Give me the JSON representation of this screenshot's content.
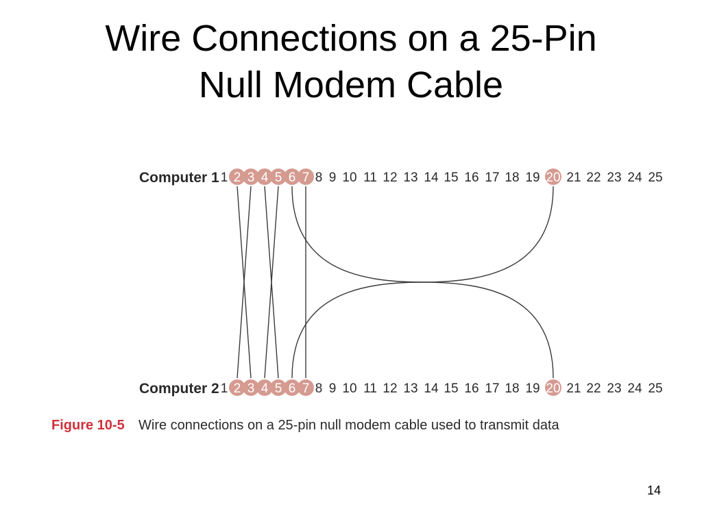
{
  "slide": {
    "title_line1": "Wire Connections on a 25-Pin",
    "title_line2": "Null Modem Cable",
    "page_number": "14"
  },
  "diagram": {
    "rows": [
      {
        "label": "Computer 1",
        "highlighted_pins": [
          2,
          3,
          4,
          5,
          6,
          7,
          20
        ]
      },
      {
        "label": "Computer 2",
        "highlighted_pins": [
          2,
          3,
          4,
          5,
          6,
          7,
          20
        ]
      }
    ],
    "pins": [
      "1",
      "2",
      "3",
      "4",
      "5",
      "6",
      "7",
      "8",
      "9",
      "10",
      "11",
      "12",
      "13",
      "14",
      "15",
      "16",
      "17",
      "18",
      "19",
      "20",
      "21",
      "22",
      "23",
      "24",
      "25"
    ],
    "connections": [
      {
        "from": 2,
        "to": 3
      },
      {
        "from": 3,
        "to": 2
      },
      {
        "from": 4,
        "to": 5
      },
      {
        "from": 5,
        "to": 4
      },
      {
        "from": 6,
        "to": 20
      },
      {
        "from": 20,
        "to": 6
      },
      {
        "from": 7,
        "to": 7
      }
    ],
    "colors": {
      "pin_highlight": "#d59a90",
      "wire": "#3a3a3a"
    }
  },
  "caption": {
    "label": "Figure 10-5",
    "text": "Wire connections on a 25-pin null modem cable used to transmit data"
  }
}
